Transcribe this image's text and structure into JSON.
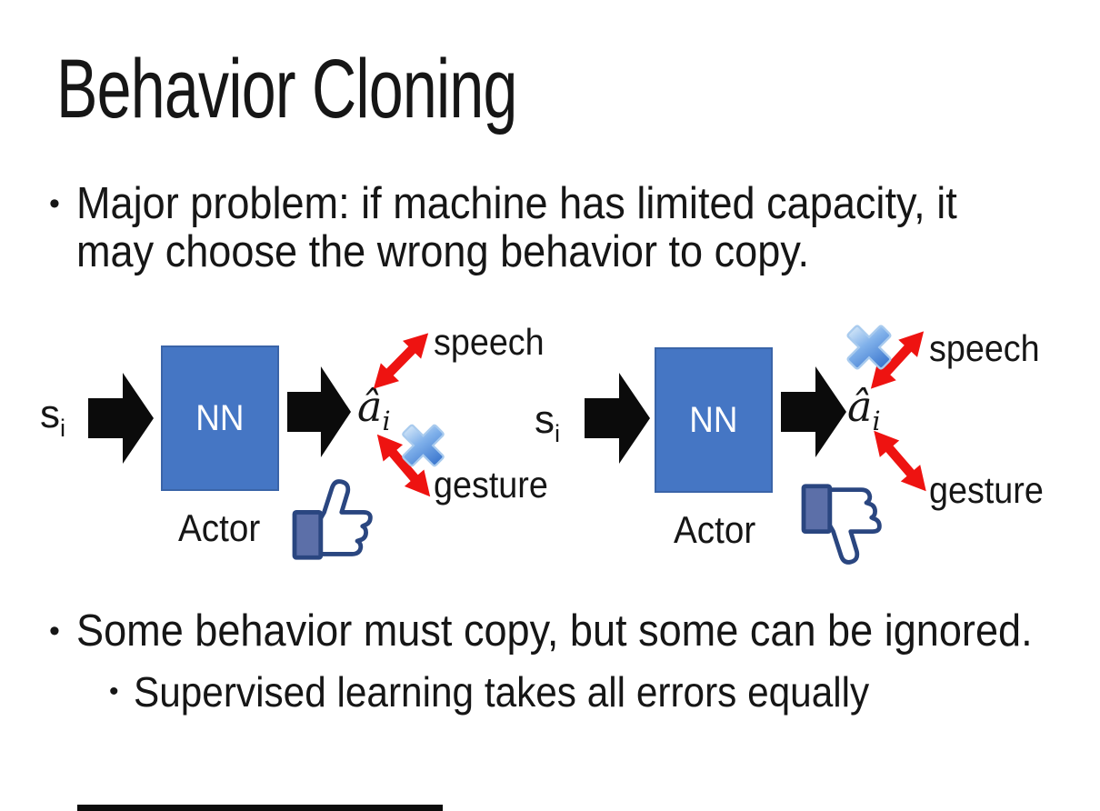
{
  "slide": {
    "title": "Behavior Cloning",
    "bullets": [
      {
        "marker": "•",
        "lines": [
          "Major problem: if machine has limited capacity, it",
          "may choose the wrong behavior to copy."
        ]
      },
      {
        "marker": "•",
        "lines": [
          "Some behavior must copy, but some can be ignored."
        ]
      },
      {
        "marker": "•",
        "lines": [
          "Supervised learning takes all errors equally"
        ]
      }
    ]
  },
  "diagrams": {
    "left": {
      "input": "s",
      "input_sub": "i",
      "box": "NN",
      "output": "â",
      "output_sub": "i",
      "actor": "Actor",
      "speech": "speech",
      "gesture": "gesture",
      "crossed_out": "gesture",
      "feedback": "thumbs-up"
    },
    "right": {
      "input": "s",
      "input_sub": "i",
      "box": "NN",
      "output": "â",
      "output_sub": "i",
      "actor": "Actor",
      "speech": "speech",
      "gesture": "gesture",
      "crossed_out": "speech",
      "feedback": "thumbs-down"
    }
  },
  "colors": {
    "text": "#161616",
    "nn_box_fill": "#4576C4",
    "nn_box_border": "#3A64A8",
    "nn_box_text": "#FFFFFF",
    "arrow_black": "#0B0B0B",
    "arrow_red": "#EE1311",
    "cross_light": "#D9EAF9",
    "cross_mid": "#7FB0EA",
    "cross_dark": "#3B76CE",
    "cross_edge": "#A9CBEE",
    "thumb_outline": "#2A4680",
    "thumb_cuff": "#5C6FA8",
    "thumb_hand": "#FFFFFF"
  }
}
